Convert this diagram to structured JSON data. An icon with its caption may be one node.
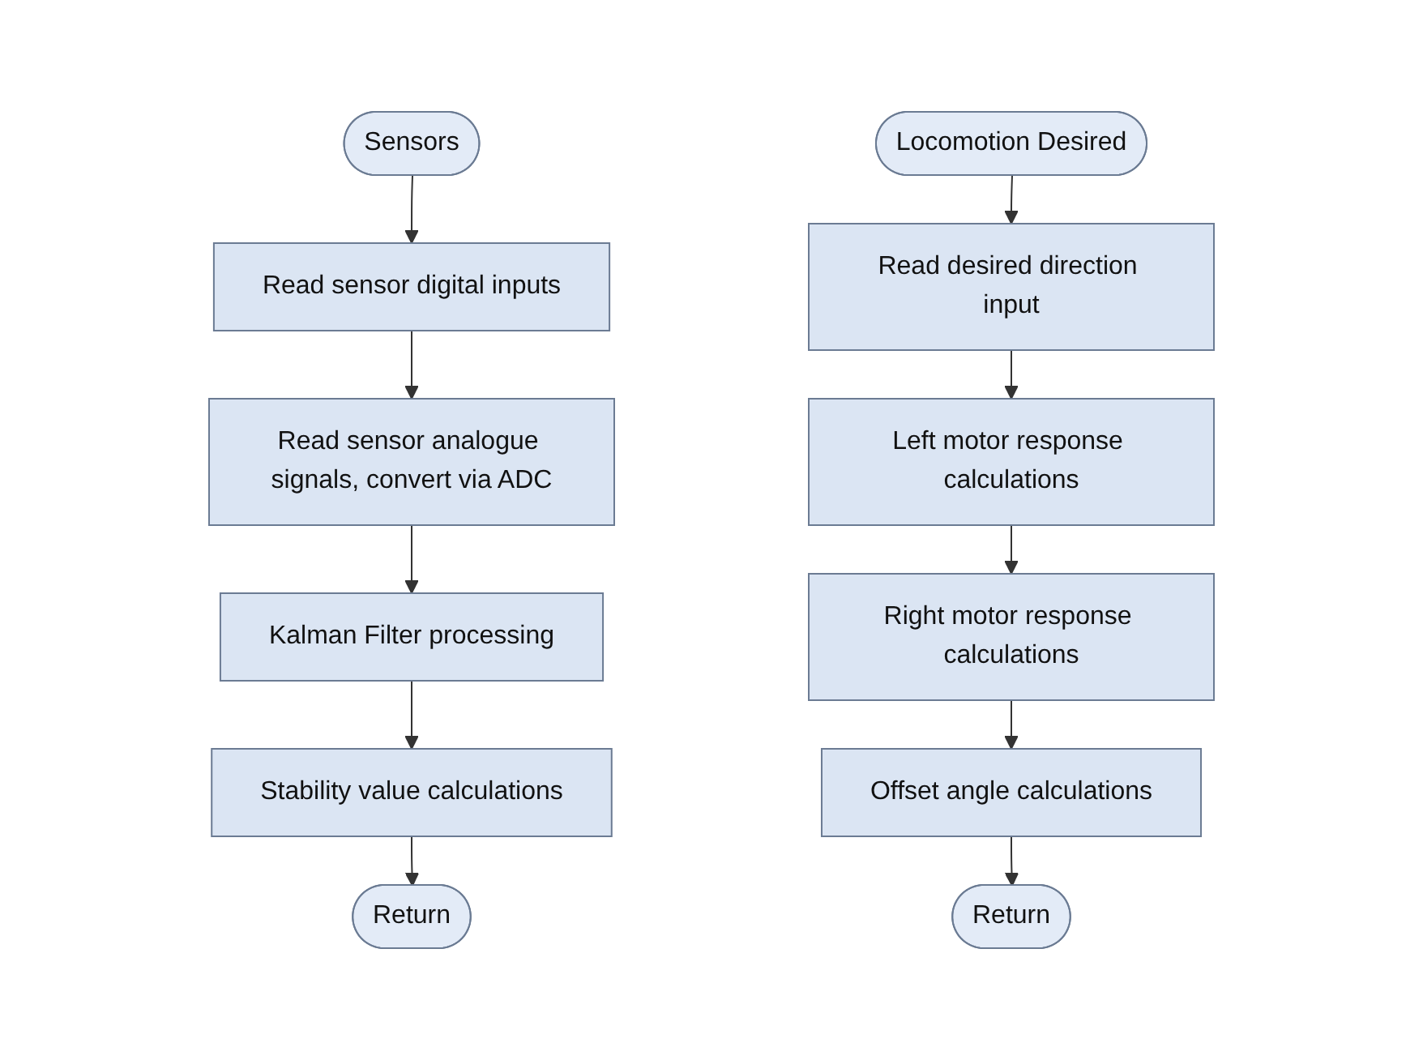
{
  "diagram": {
    "nodes": [
      {
        "text": [
          "Sensors"
        ]
      },
      {
        "text": [
          "Read sensor digital inputs"
        ]
      },
      {
        "text": [
          "Read sensor analogue signals, convert via ADC"
        ]
      },
      {
        "text": [
          "Kalman Filter processing"
        ]
      },
      {
        "text": [
          "Stability value calculations"
        ]
      },
      {
        "text": [
          "Return"
        ]
      },
      {
        "text": [
          "Locomotion Desired"
        ]
      },
      {
        "text": [
          "Read desired direction input"
        ]
      },
      {
        "text": [
          "Left motor response calculations"
        ]
      },
      {
        "text": [
          "Right motor response calculations"
        ]
      },
      {
        "text": [
          "Offset angle calculations"
        ]
      },
      {
        "text": [
          "Return"
        ]
      }
    ],
    "edges": [
      {
        "from": 0,
        "to": 1,
        "arrow": "to"
      },
      {
        "from": 1,
        "to": 2,
        "arrow": "to"
      },
      {
        "from": 2,
        "to": 3,
        "arrow": "to"
      },
      {
        "from": 3,
        "to": 4,
        "arrow": "to"
      },
      {
        "from": 4,
        "to": 5,
        "arrow": "to"
      },
      {
        "from": 6,
        "to": 7,
        "arrow": "to"
      },
      {
        "from": 7,
        "to": 8,
        "arrow": "to"
      },
      {
        "from": 8,
        "to": 9,
        "arrow": "to"
      },
      {
        "from": 9,
        "to": 10,
        "arrow": "to"
      },
      {
        "from": 10,
        "to": 11,
        "arrow": "to"
      }
    ]
  }
}
